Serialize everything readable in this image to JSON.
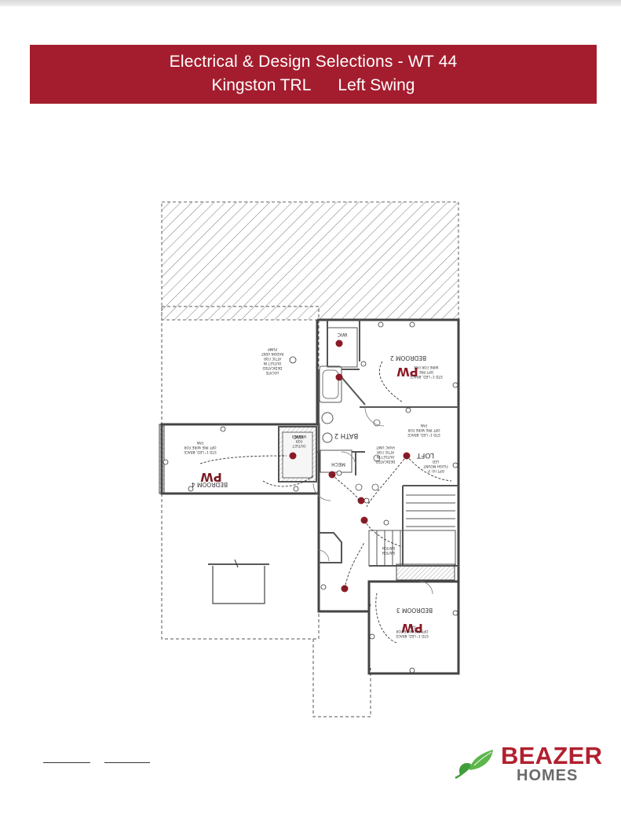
{
  "header": {
    "title": "Electrical & Design Selections - WT 44",
    "plan_name": "Kingston TRL",
    "swing": "Left Swing"
  },
  "plan": {
    "rooms": {
      "bedroom2": "BEDROOM 2",
      "bedroom3": "BEDROOM 3",
      "bedroom4": "BEDROOM 4",
      "loft": "LOFT",
      "bath2": "BATH 2",
      "wic": "WIC",
      "wic2": "WIC",
      "mech": "MECH"
    },
    "marks": {
      "pw": "PW"
    },
    "notes": {
      "radon": [
        "LOCATE",
        "DEDICATED",
        "OUTLET IN",
        "ATTIC FOR",
        "RADON VENT",
        "PUMP"
      ],
      "bed2_fan": [
        "STD 1\" LED, BRACE",
        "OPT PRE",
        "WIRE FOR FAN"
      ],
      "loft_fan": [
        "STD 1\" LED, BRACE",
        "OPT PRE WIRE FOR",
        "FAN"
      ],
      "bed4_fan": [
        "STD 1\" LED, BRACE",
        "OPT PRE WIRE FOR",
        "FAN"
      ],
      "bed3_fan": [
        "STD 1\" LED, BRACE",
        "OPT PRE WIRE FOR",
        "FAN"
      ],
      "mech_outlet": [
        "DEDICATED",
        "OUTLET IN",
        "ATTIC FOR",
        "HVAC UNIT"
      ],
      "wic_outlet": [
        "OUTLET",
        "FOR",
        "WASHER"
      ],
      "flush": [
        "OPT (4) 3\"",
        "FLUSH MOUNT",
        "LED"
      ],
      "switch": [
        "SWITCH",
        "SWITCH"
      ]
    }
  },
  "footer": {
    "brand": "BEAZER",
    "brand_sub": "HOMES",
    "colors": {
      "brand_red": "#b1202e",
      "brand_gray": "#6a6a6a",
      "leaf_green": "#3f9d3a",
      "banner": "#a41d2e"
    }
  }
}
